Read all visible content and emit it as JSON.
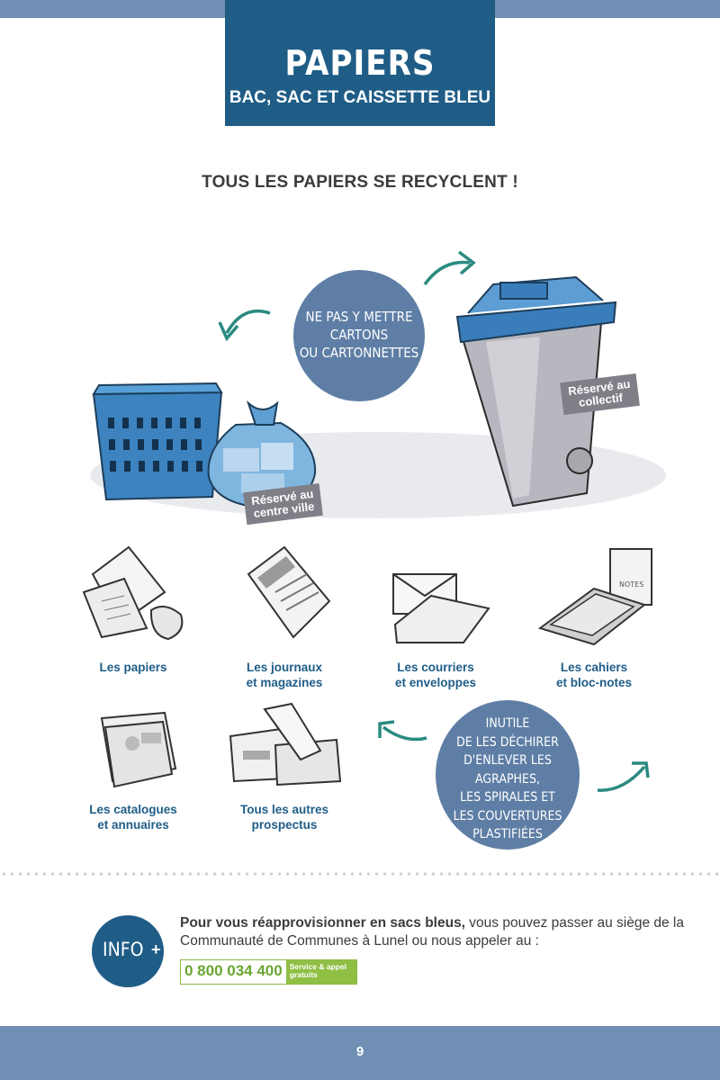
{
  "header": {
    "title": "PAPIERS",
    "subtitle": "BAC, SAC ET CAISSETTE BLEU"
  },
  "headline": "TOUS LES PAPIERS SE RECYCLENT !",
  "warning_bubble": {
    "lines": [
      "NE PAS Y METTRE",
      "CARTONS",
      "OU CARTONNETTES"
    ]
  },
  "tags": {
    "bag": [
      "Réservé au",
      "centre ville"
    ],
    "bin": [
      "Réservé au",
      "collectif"
    ]
  },
  "items": [
    {
      "label1": "Les papiers",
      "label2": ""
    },
    {
      "label1": "Les journaux",
      "label2": "et magazines"
    },
    {
      "label1": "Les courriers",
      "label2": "et enveloppes"
    },
    {
      "label1": "Les cahiers",
      "label2": "et bloc-notes"
    },
    {
      "label1": "Les catalogues",
      "label2": "et annuaires"
    },
    {
      "label1": "Tous les autres",
      "label2": "prospectus"
    }
  ],
  "tip_bubble": {
    "lines": [
      "INUTILE",
      "DE LES DÉCHIRER",
      "D'ENLEVER LES AGRAPHES,",
      "LES SPIRALES ET",
      "LES COUVERTURES",
      "PLASTIFIÉES"
    ]
  },
  "info": {
    "badge_main": "INFO",
    "badge_plus": "+",
    "text_bold": "Pour vous réapprovisionner en sacs bleus,",
    "text_rest": " vous pouvez passer au siège de la Communauté de Communes à Lunel ou nous appeler au :",
    "phone": "0 800 034 400",
    "phone_note": "Service & appel gratuits"
  },
  "notes_label": "NOTES",
  "page_number": "9",
  "colors": {
    "primary": "#1f5d87",
    "bar": "#6f8fb5",
    "bubble": "#5e7ea5",
    "arrow": "#2a8a80",
    "green": "#8fbf45"
  }
}
